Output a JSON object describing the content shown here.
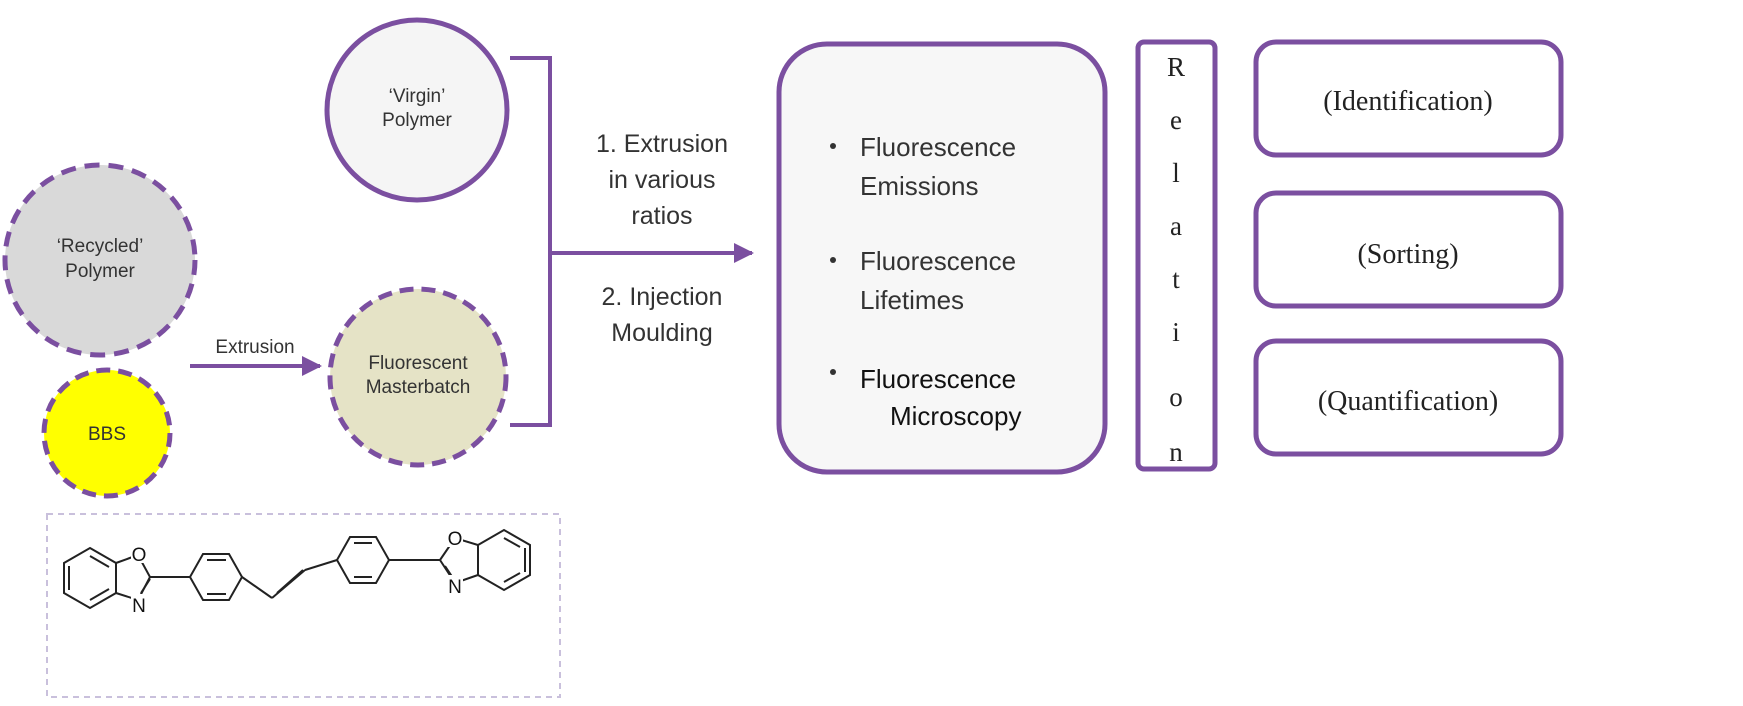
{
  "colors": {
    "outline": "#7b4fa0",
    "virgin_fill": "#f5f5f5",
    "recycled_fill": "#d9d9d9",
    "masterbatch_fill": "#e5e3c6",
    "bbs_fill": "#ffff00",
    "panel_fill": "#f7f7f7"
  },
  "nodes": {
    "virgin": {
      "line1": "‘Virgin’",
      "line2": "Polymer"
    },
    "recycled": {
      "line1": "‘Recycled’",
      "line2": "Polymer"
    },
    "bbs": {
      "label": "BBS"
    },
    "masterbatch": {
      "line1": "Fluorescent",
      "line2": "Masterbatch"
    }
  },
  "edges": {
    "extrusion_label": "Extrusion"
  },
  "process": {
    "step1": [
      "1. Extrusion",
      "in various",
      "ratios"
    ],
    "step2": [
      "2. Injection",
      "Moulding"
    ]
  },
  "techniques": [
    {
      "line1": "Fluorescence",
      "line2": "Emissions"
    },
    {
      "line1": "Fluorescence",
      "line2": "Lifetimes"
    },
    {
      "line1": "Fluorescence",
      "line2": "Microscopy"
    }
  ],
  "relation": {
    "letters": [
      "R",
      "e",
      "l",
      "a",
      "t",
      "i",
      "o",
      "n"
    ]
  },
  "outcomes": [
    "(Identification)",
    "(Sorting)",
    "(Quantification)"
  ],
  "structure": {
    "atoms": [
      "O",
      "N",
      "O",
      "N"
    ]
  }
}
